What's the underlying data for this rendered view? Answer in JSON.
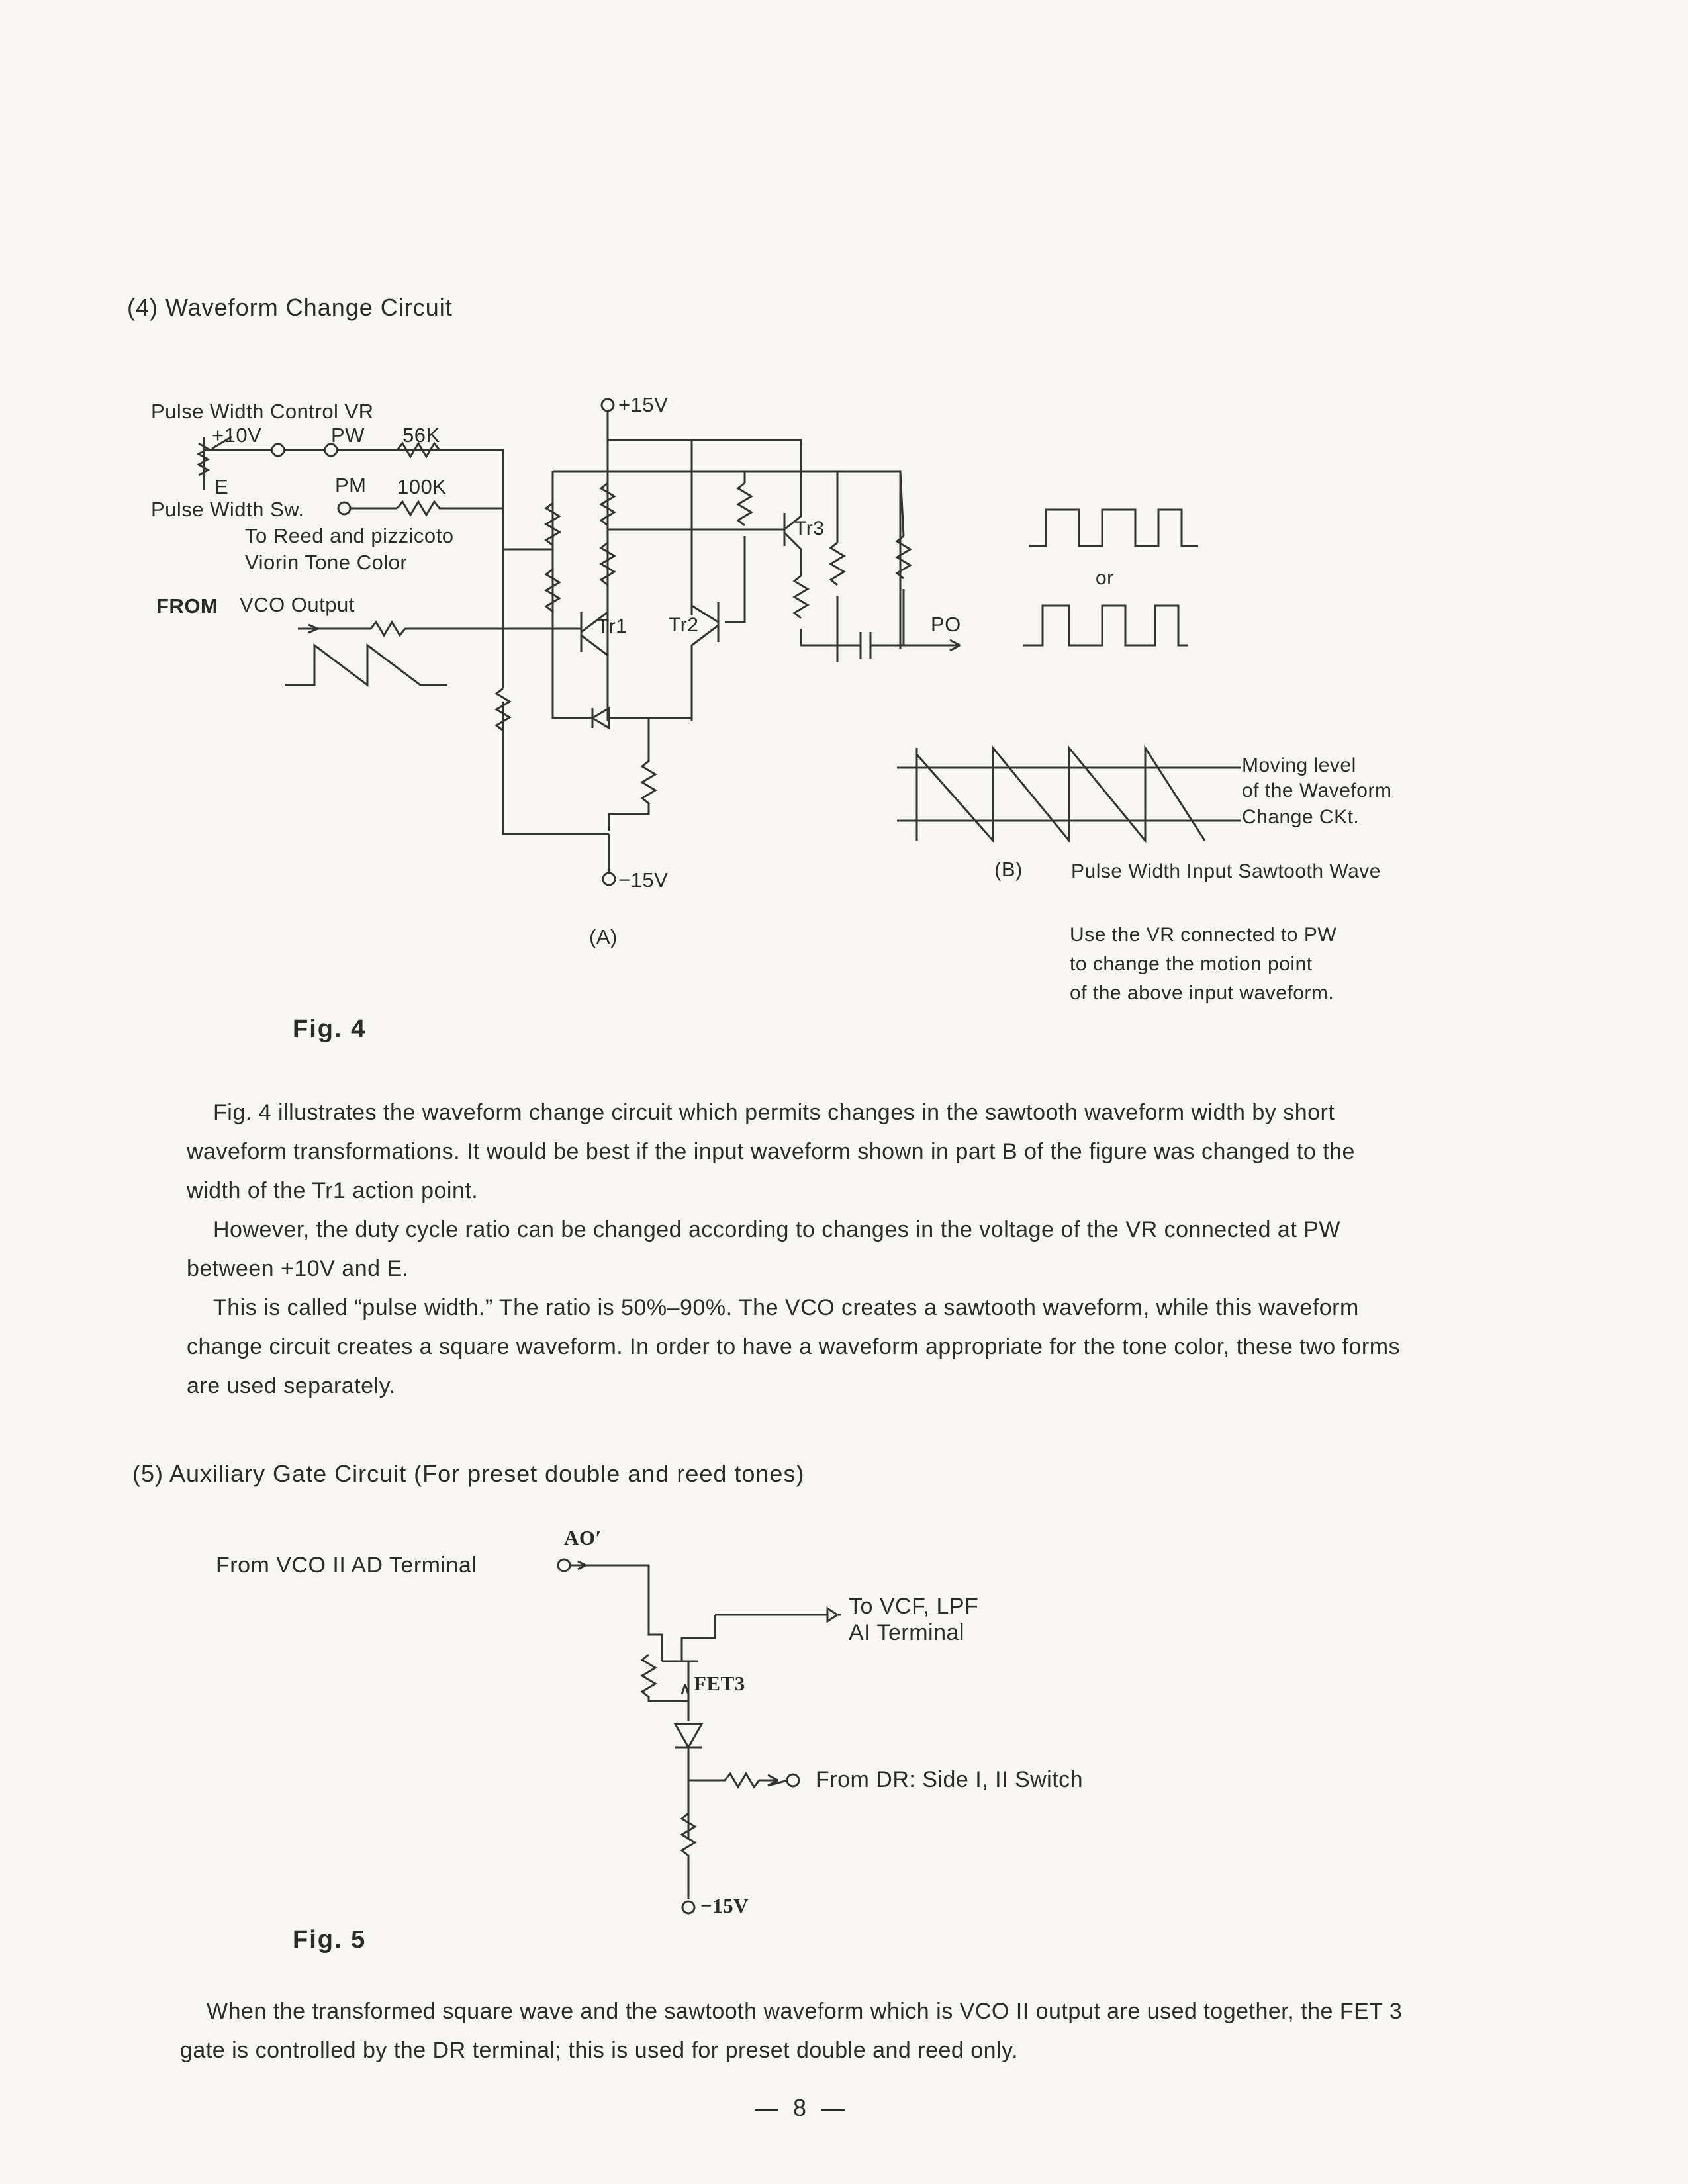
{
  "section4": {
    "heading": "(4)  Waveform Change Circuit",
    "labels": {
      "pulse_width_control_vr": "Pulse Width Control VR",
      "plus10v": "+10V",
      "pw": "PW",
      "r56k": "56K",
      "e": "E",
      "pm": "PM",
      "r100k": "100K",
      "pulse_width_sw": "Pulse Width Sw.",
      "to_reed_1": "To Reed and pizzicoto",
      "to_reed_2": "Viorin Tone Color",
      "from": "FROM",
      "vco_output": "VCO Output",
      "plus15v": "+15V",
      "minus15v": "−15V",
      "tr1": "Tr1",
      "tr2": "Tr2",
      "tr3": "Tr3",
      "po": "PO",
      "or": "or",
      "part_a": "(A)",
      "part_b": "(B)",
      "moving_1": "Moving level",
      "moving_2": "of the Waveform",
      "moving_3": "Change CKt.",
      "pulse_width_input": "Pulse Width Input Sawtooth Wave",
      "use_vr_1": "Use the VR connected to PW",
      "use_vr_2": "to change the motion point",
      "use_vr_3": "of the above input waveform."
    },
    "fig_label": "Fig.  4",
    "paragraphs": [
      "Fig. 4 illustrates the waveform change circuit which permits changes in the sawtooth waveform width by short waveform transformations. It would be best if the input waveform shown in part B of the figure was changed to the width of the Tr1 action point.",
      "However, the duty cycle ratio can be changed according to changes in the voltage of the VR connected at PW between +10V and E.",
      "This is called “pulse width.” The ratio is 50%–90%. The VCO creates a sawtooth waveform, while this waveform change circuit creates a square waveform. In order to have a waveform appropriate for the tone color, these two forms are used separately."
    ]
  },
  "section5": {
    "heading": "(5)  Auxiliary Gate Circuit (For preset double and reed tones)",
    "labels": {
      "from_vco": "From VCO II AD Terminal",
      "ao": "AO′",
      "to_vcf_1": "To VCF, LPF",
      "to_vcf_2": "AI Terminal",
      "fet3": "FET3",
      "from_dr": "From DR: Side I, II Switch",
      "minus15v": "−15V"
    },
    "fig_label": "Fig.  5",
    "paragraph": "When the transformed square wave and the sawtooth waveform which is VCO II output are used together, the FET 3 gate is controlled by the DR terminal; this is used for preset double and reed only."
  },
  "page_number": "— 8 —"
}
